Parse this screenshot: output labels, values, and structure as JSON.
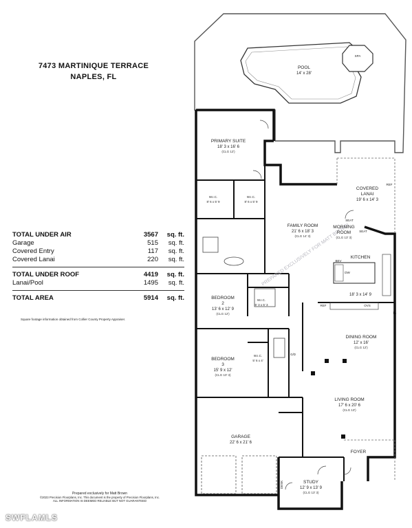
{
  "header": {
    "line1": "7473 MARTINIQUE TERRACE",
    "line2": "NAPLES, FL"
  },
  "sqft": {
    "under_air": {
      "label": "TOTAL UNDER AIR",
      "value": "3567",
      "unit": "sq. ft."
    },
    "garage": {
      "label": "Garage",
      "value": "515",
      "unit": "sq. ft."
    },
    "covered_entry": {
      "label": "Covered Entry",
      "value": "117",
      "unit": "sq. ft."
    },
    "covered_lanai": {
      "label": "Covered Lanai",
      "value": "220",
      "unit": "sq. ft."
    },
    "under_roof": {
      "label": "TOTAL UNDER ROOF",
      "value": "4419",
      "unit": "sq. ft."
    },
    "lanai_pool": {
      "label": "Lanai/Pool",
      "value": "1495",
      "unit": "sq. ft."
    },
    "total_area": {
      "label": "TOTAL AREA",
      "value": "5914",
      "unit": "sq. ft."
    },
    "footnote": "Square footage information obtained from Collier County Property Appraiser."
  },
  "rooms": {
    "pool": {
      "name": "POOL",
      "dim": "14' x 28'"
    },
    "spa": {
      "name": "SPA"
    },
    "primary_suite": {
      "name": "PRIMARY SUITE",
      "dim": "18' 3 x 16' 6",
      "clg": "(CLG 12')"
    },
    "wic1": {
      "name": "W.I.C.",
      "dim": "8' 6 x 5' 9"
    },
    "wic2": {
      "name": "W.I.C.",
      "dim": "8' 6 x 5' 9"
    },
    "covered_lanai": {
      "name": "COVERED",
      "name2": "LANAI",
      "dim": "19' 6 x 14' 3"
    },
    "family_room": {
      "name": "FAMILY ROOM",
      "dim": "21' 6 x 18' 3",
      "clg": "(CLG 14' 3)"
    },
    "morning_room": {
      "name": "MORNING",
      "name2": "ROOM",
      "clg": "(CLG 13' 3)"
    },
    "kitchen": {
      "name": "KITCHEN",
      "dim": "18' 3 x 14' 9"
    },
    "bedroom2": {
      "name": "BEDROOM",
      "name2": "2",
      "dim": "13' 6 x 12' 9",
      "clg": "(CLG 12')"
    },
    "wic3": {
      "name": "W.I.C.",
      "dim": "5' 3 x 5' 3"
    },
    "dining_room": {
      "name": "DINING ROOM",
      "dim": "12' x 16'",
      "clg": "(CLG 12')"
    },
    "bedroom3": {
      "name": "BEDROOM",
      "name2": "3",
      "dim": "15' 9 x 12'",
      "clg": "(CLG 10' 3)"
    },
    "wic4": {
      "name": "W.I.C.",
      "dim": "5' 6 x 4'"
    },
    "living_room": {
      "name": "LIVING ROOM",
      "dim": "17' 6 x 20' 6",
      "clg": "(CLG 13')"
    },
    "garage": {
      "name": "GARAGE",
      "dim": "22' 6 x 21' 6"
    },
    "foyer": {
      "name": "FOYER"
    },
    "study": {
      "name": "STUDY",
      "dim": "12' 9 x 13' 9",
      "clg": "(CLG 13' 3)"
    },
    "desk": "DESK",
    "seat1": "SEAT",
    "seat2": "SEAT",
    "ref": "REF",
    "ref2": "REF",
    "bev": "BEV",
    "dw": "DW",
    "ovs": "OVS",
    "gd": "G/D"
  },
  "credits": {
    "line1": "Prepared exclusively for Matt Brown",
    "line2": "©2023 Precision Floorplans, Inc. This document is the property of Precision Floorplans, Inc.",
    "line3": "ALL INFORMATION IS DEEMED RELIABLE BUT NOT GUARANTEED"
  },
  "watermark": "SWFLAMLS",
  "diagonal_watermark": "PREPARED EXCLUSIVELY FOR MATT BROWN"
}
